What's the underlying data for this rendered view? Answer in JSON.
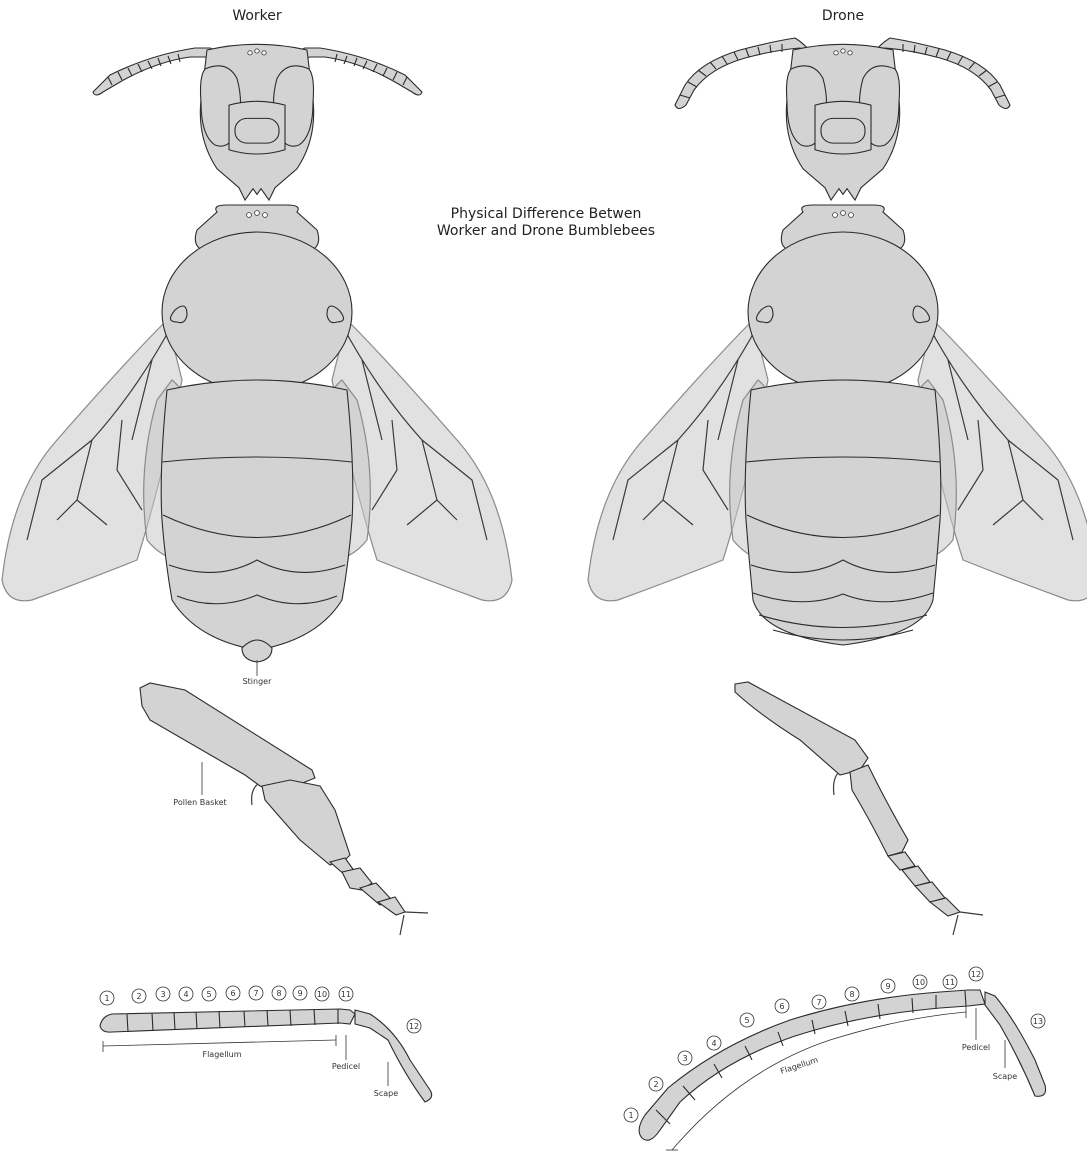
{
  "headers": {
    "worker": "Worker",
    "drone": "Drone"
  },
  "title": {
    "line1": "Physical Difference Betwen",
    "line2": "Worker and Drone Bumblebees"
  },
  "labels": {
    "stinger": "Stinger",
    "pollen_basket": "Pollen Basket",
    "flagellum": "Flagellum",
    "pedicel": "Pedicel",
    "scape": "Scape"
  },
  "worker_antenna_numbers": [
    "1",
    "2",
    "3",
    "4",
    "5",
    "6",
    "7",
    "8",
    "9",
    "10",
    "11",
    "12"
  ],
  "drone_antenna_numbers": [
    "1",
    "2",
    "3",
    "4",
    "5",
    "6",
    "7",
    "8",
    "9",
    "10",
    "11",
    "12",
    "13"
  ],
  "colors": {
    "body": "#d3d3d3",
    "outline": "#2b2b2b",
    "wing": "#c8c8c8"
  }
}
